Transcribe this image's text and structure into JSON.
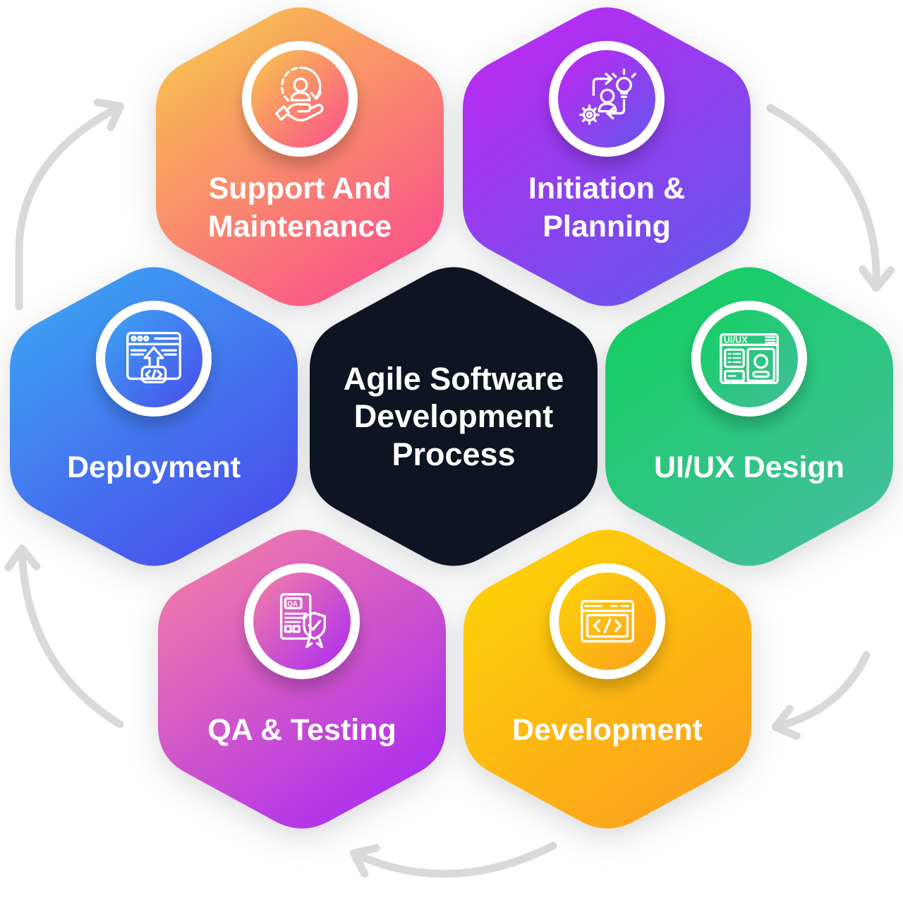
{
  "title": "Agile Software Development Process",
  "center": {
    "label": "Agile Software\nDevelopment\nProcess",
    "bg": "#0e1422",
    "text_color": "#ffffff"
  },
  "arrow_color": "#d9d9d9",
  "nodes": [
    {
      "label": "Initiation &\nPlanning",
      "icon": "initiation-planning-icon",
      "from": "#c027f2",
      "to": "#6457ec"
    },
    {
      "label": "UI/UX Design",
      "icon": "uiux-design-icon",
      "from": "#10d05e",
      "to": "#45bd9e"
    },
    {
      "label": "Development",
      "icon": "development-icon",
      "from": "#fdd406",
      "to": "#fba01d"
    },
    {
      "label": "QA & Testing",
      "icon": "qa-testing-icon",
      "from": "#f480a4",
      "to": "#aa2bf2"
    },
    {
      "label": "Deployment",
      "icon": "deployment-icon",
      "from": "#3ca7f2",
      "to": "#4a4bec"
    },
    {
      "label": "Support And\nMaintenance",
      "icon": "support-maintenance-icon",
      "from": "#f8c84b",
      "to": "#fa4d8e"
    }
  ]
}
